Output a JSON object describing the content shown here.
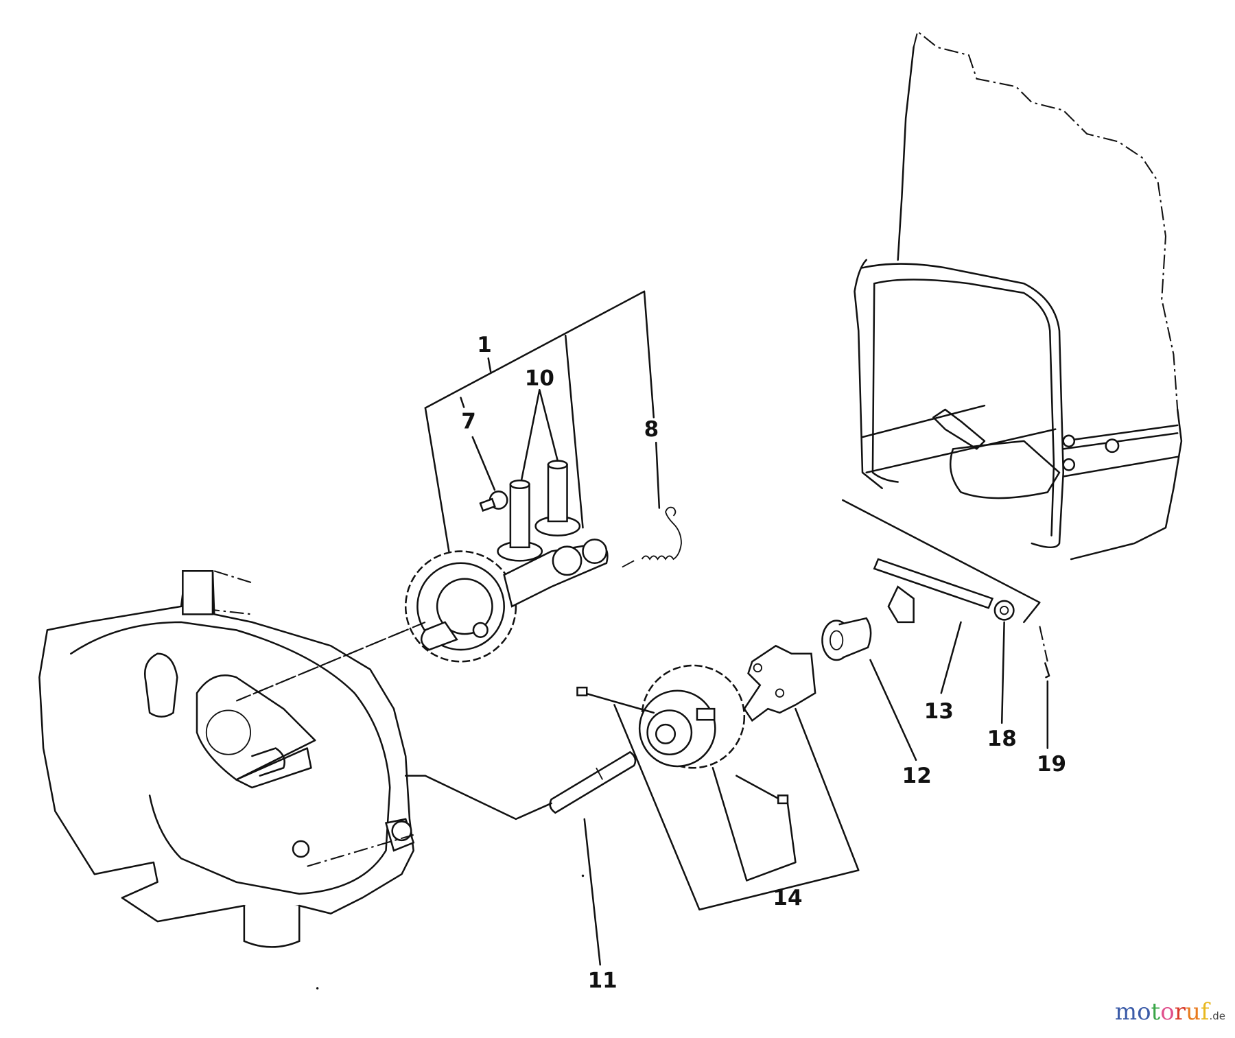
{
  "diagram": {
    "type": "exploded parts diagram",
    "part_labels": {
      "p1": "1",
      "p7": "7",
      "p8": "8",
      "p10": "10",
      "p11": "11",
      "p12": "12",
      "p13": "13",
      "p14": "14",
      "p18": "18",
      "p19": "19"
    }
  },
  "watermark": {
    "text": "motoruf",
    "suffix": ".de",
    "letters": [
      "m",
      "o",
      "t",
      "o",
      "r",
      "u",
      "f"
    ],
    "colors": [
      "#3b5ba8",
      "#3b5ba8",
      "#3aa648",
      "#e0508c",
      "#d93a2b",
      "#e87a1e",
      "#e8b820"
    ]
  }
}
